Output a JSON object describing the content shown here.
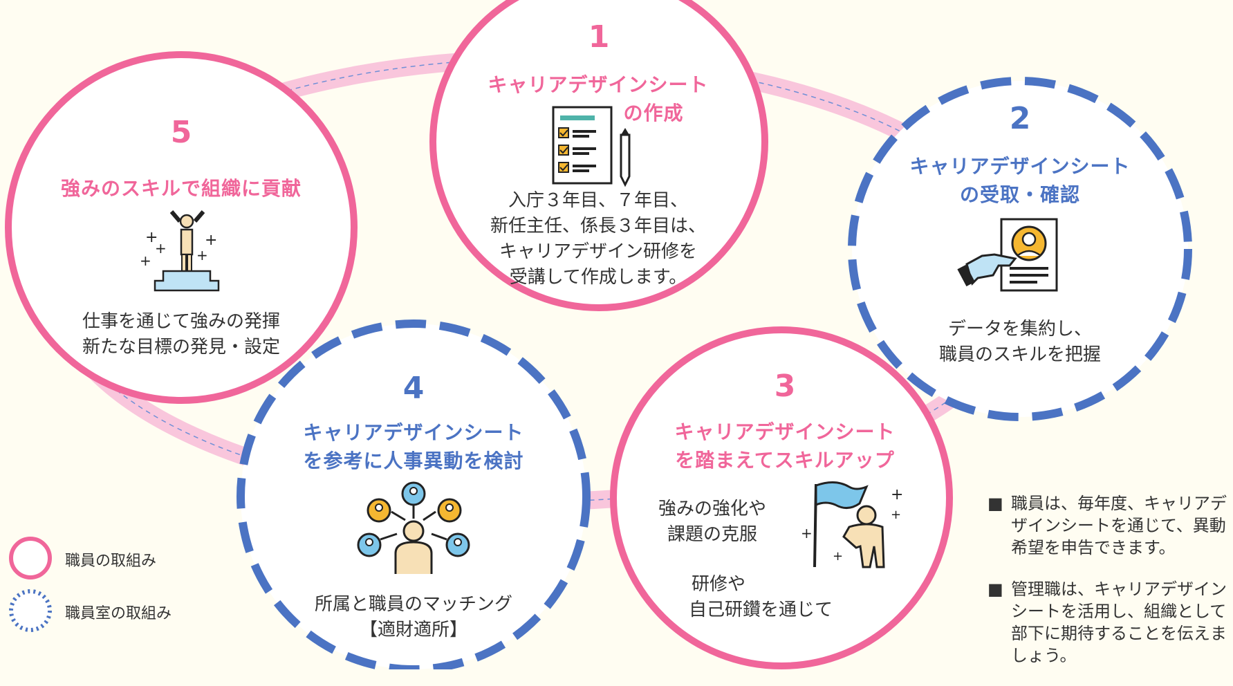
{
  "steps": [
    {
      "number": "1",
      "title_lines": [
        "キャリアデザインシート",
        "の作成"
      ],
      "body_lines": [
        "入庁３年目、７年目、",
        "新任主任、係長３年目は、",
        "キャリアデザイン研修を",
        "受講して作成します。"
      ],
      "icon": "checklist-document-icon",
      "type": "職員の取組み"
    },
    {
      "number": "2",
      "title_lines": [
        "キャリアデザインシート",
        "の受取・確認"
      ],
      "body_lines": [
        "データを集約し、",
        "職員のスキルを把握"
      ],
      "icon": "hand-receiving-profile-icon",
      "type": "職員室の取組み"
    },
    {
      "number": "3",
      "title_lines": [
        "キャリアデザインシート",
        "を踏まえてスキルアップ"
      ],
      "body_lines": [
        "強みの強化や",
        "課題の克服",
        "研修や",
        "自己研鑽を通じて"
      ],
      "icon": "person-with-flag-icon",
      "type": "職員の取組み"
    },
    {
      "number": "4",
      "title_lines": [
        "キャリアデザインシート",
        "を参考に人事異動を検討"
      ],
      "body_lines": [
        "所属と職員のマッチング",
        "【適財適所】"
      ],
      "icon": "people-network-icon",
      "type": "職員室の取組み"
    },
    {
      "number": "5",
      "title_lines": [
        "強みのスキルで組織に貢献"
      ],
      "body_lines": [
        "仕事を通じて強みの発揮",
        "新たな目標の発見・設定"
      ],
      "icon": "person-on-podium-icon",
      "type": "職員の取組み"
    }
  ],
  "legend": [
    {
      "label": "職員の取組み",
      "style": "solid",
      "color": "#f0669a"
    },
    {
      "label": "職員室の取組み",
      "style": "dotted",
      "color": "#4b73c3"
    }
  ],
  "notes": [
    {
      "bullet": "■",
      "text": "職員は、毎年度、キャリアデザインシートを通じて、異動希望を申告できます。"
    },
    {
      "bullet": "■",
      "text": "管理職は、キャリアデザインシートを活用し、組織として部下に期待することを伝えましょう。"
    }
  ],
  "colors": {
    "pink": "#f0669a",
    "blue": "#4b73c3",
    "ring": "#f9c6dc",
    "background": "#fffdf2"
  }
}
